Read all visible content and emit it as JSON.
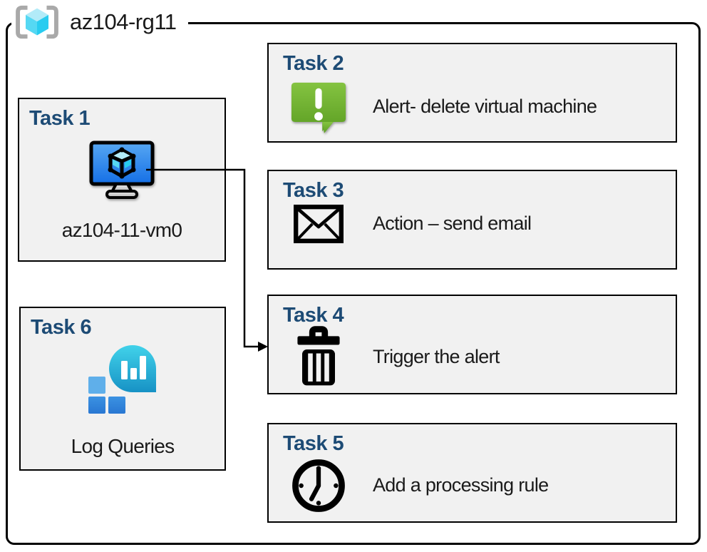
{
  "resource_group": {
    "name": "az104-rg11",
    "icon": "resource-group-icon"
  },
  "tasks": [
    {
      "number": "Task 1",
      "label": "az104-11-vm0",
      "icon": "virtual-machine-icon"
    },
    {
      "number": "Task 2",
      "label": "Alert- delete virtual machine",
      "icon": "alert-message-icon"
    },
    {
      "number": "Task 3",
      "label": "Action – send email",
      "icon": "email-envelope-icon"
    },
    {
      "number": "Task 4",
      "label": "Trigger the alert",
      "icon": "trash-delete-icon"
    },
    {
      "number": "Task 5",
      "label": "Add a processing rule",
      "icon": "clock-icon"
    },
    {
      "number": "Task 6",
      "label": "Log Queries",
      "icon": "log-analytics-icon"
    }
  ],
  "connector": {
    "from": "Task 1 virtual machine",
    "to": "Task 4",
    "style": "elbow-arrow"
  },
  "colors": {
    "task_title_navy": "#1D4B75",
    "box_fill": "#F1F1F1",
    "box_border": "#000000",
    "alert_green_top": "#84C341",
    "alert_green_bottom": "#5C9E22",
    "vm_screen_blue_top": "#57A7F2",
    "vm_screen_blue_bottom": "#146FE6",
    "log_balloon_top": "#41D2EA",
    "log_balloon_bottom": "#1792C5",
    "log_square_light": "#5FAFEA",
    "log_square_dark": "#2E83D9",
    "cube_cyan_top": "#B2EBF8",
    "cube_cyan_left": "#55D8F3",
    "cube_cyan_right": "#28CCF0",
    "bracket_gray": "#A9A9A9"
  }
}
